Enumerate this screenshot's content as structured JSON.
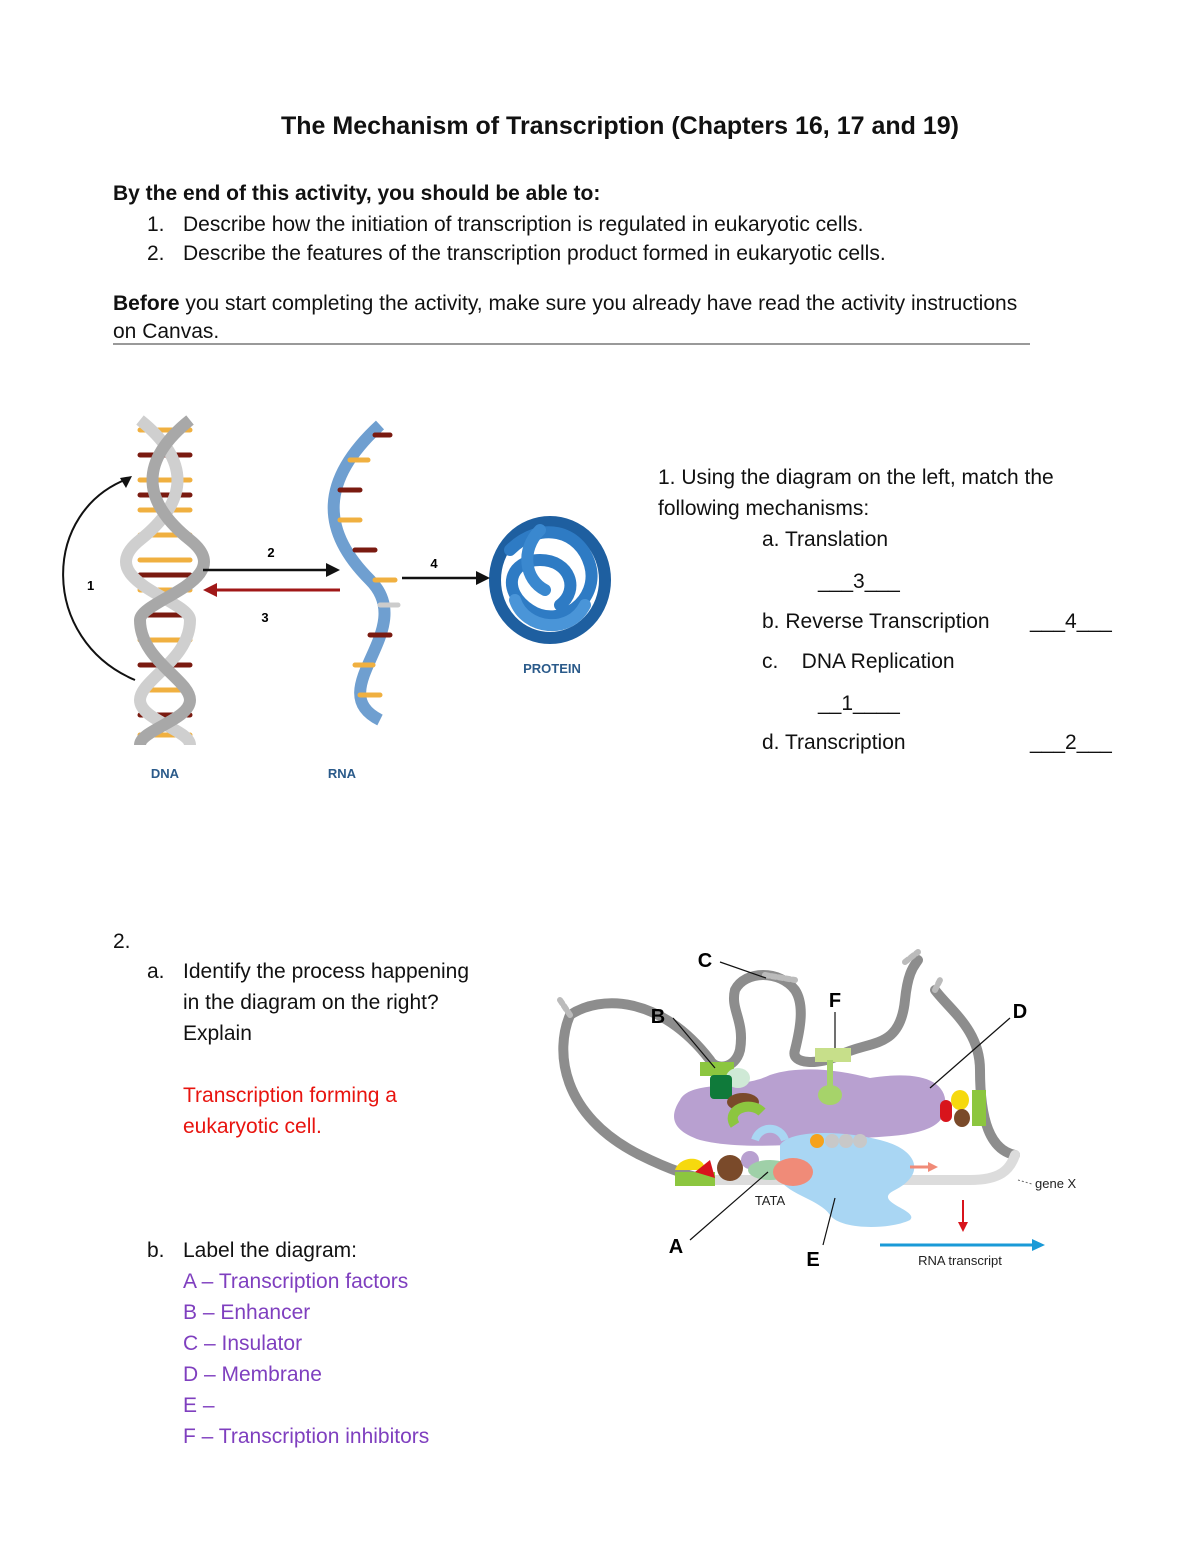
{
  "title": "The Mechanism of Transcription (Chapters 16, 17 and 19)",
  "objectives": {
    "heading": "By the end of this activity, you should be able to:",
    "items": [
      {
        "num": "1.",
        "text": "Describe how the initiation of transcription is regulated in eukaryotic cells."
      },
      {
        "num": "2.",
        "text": "Describe the features of the transcription product formed in eukaryotic cells."
      }
    ]
  },
  "before": {
    "bold": "Before",
    "rest": " you start completing the activity, make sure you already have read the activity instructions",
    "line2": "on Canvas."
  },
  "fig1": {
    "dna_label": "DNA",
    "rna_label": "RNA",
    "protein_label": "PROTEIN",
    "arrow_labels": [
      "1",
      "2",
      "3",
      "4"
    ]
  },
  "q1": {
    "prompt_line1": "1. Using the diagram on the left, match the",
    "prompt_line2": "following mechanisms:",
    "a_label": "a. Translation",
    "a_answer": "___3___",
    "b_label": "b. Reverse Transcription",
    "b_answer": "___4___",
    "c_label": "c.    DNA Replication",
    "c_answer": "__1____",
    "d_label": "d. Transcription",
    "d_answer": "___2___"
  },
  "q2": {
    "number": "2.",
    "a_letter": "a.",
    "a_lines": [
      "Identify the process happening",
      "in the diagram on the right?",
      "Explain"
    ],
    "a_answer_lines": [
      "Transcription forming a",
      "eukaryotic cell."
    ],
    "b_letter": "b.",
    "b_prompt": "Label the diagram:",
    "labels": [
      "A – Transcription factors",
      "B – Enhancer",
      "C – Insulator",
      "D – Membrane",
      "E –",
      "F – Transcription inhibitors"
    ]
  },
  "fig2": {
    "letters": [
      "A",
      "B",
      "C",
      "D",
      "E",
      "F"
    ],
    "tata": "TATA",
    "gene": "gene X",
    "rna_transcript": "RNA transcript"
  }
}
